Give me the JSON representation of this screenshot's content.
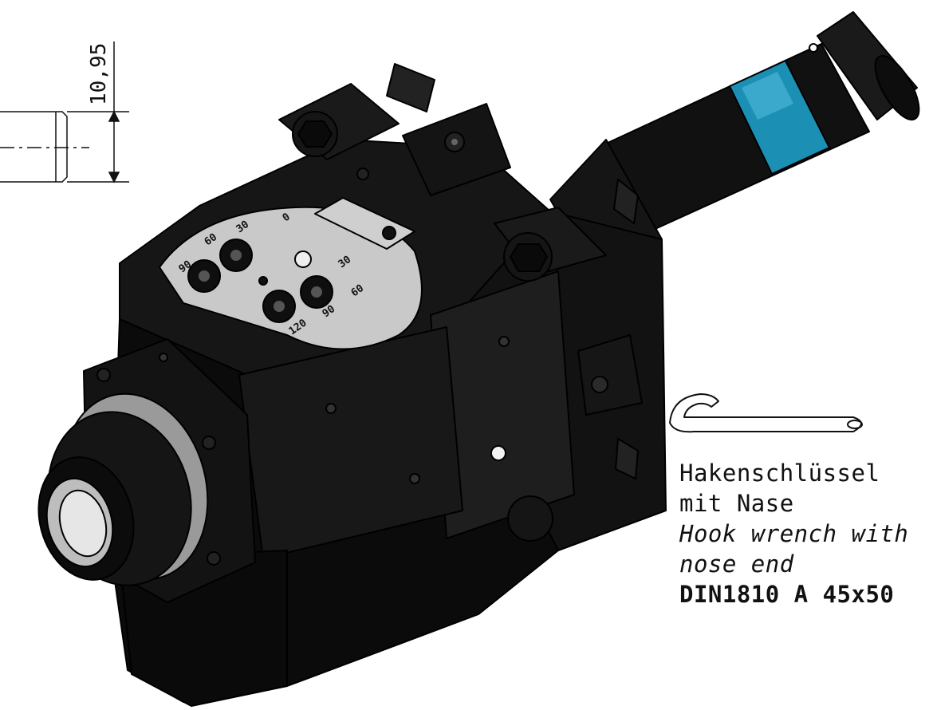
{
  "dimension": {
    "value": "10,95"
  },
  "wrench_callout": {
    "name_de_line1": "Hakenschlüssel",
    "name_de_line2": "mit Nase",
    "name_en_line1": "Hook wrench with",
    "name_en_line2": "nose end",
    "standard": "DIN1810 A 45x50"
  },
  "dial_scale": {
    "labels": [
      "90",
      "60",
      "30",
      "0",
      "30",
      "60",
      "90",
      "120"
    ]
  },
  "colors": {
    "body": "#0e0e0e",
    "body_light": "#1d1d1d",
    "blue_ring": "#1c8fb4",
    "dial_face": "#c9c9c9",
    "collet_ring": "#9a9a9a",
    "outline": "#000000"
  },
  "icons": [
    "hook-wrench-icon"
  ]
}
